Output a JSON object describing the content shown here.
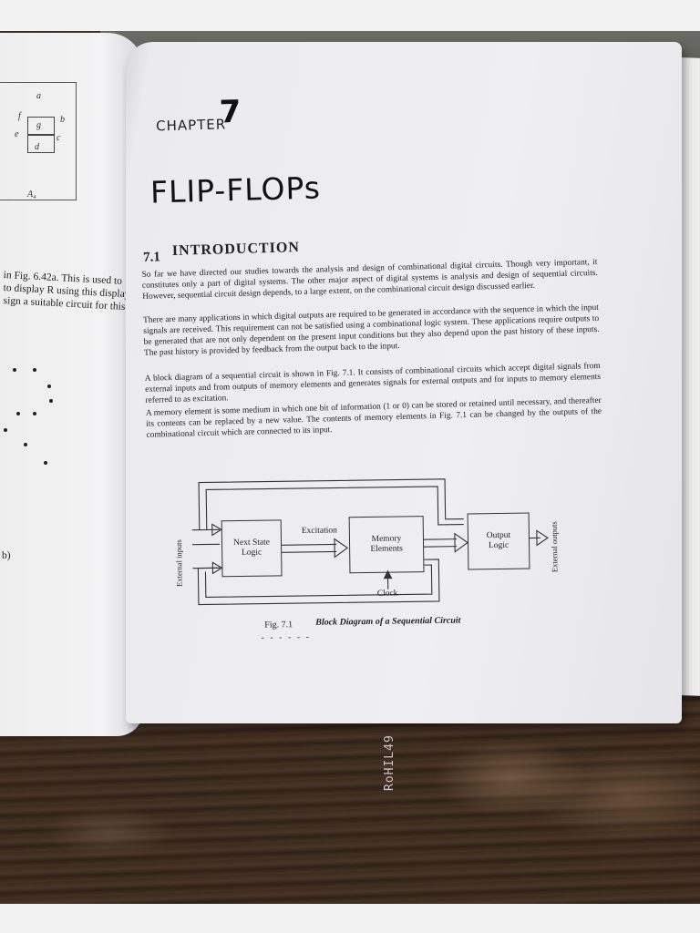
{
  "left_page": {
    "seg_labels": [
      "a",
      "f",
      "g",
      "b",
      "e",
      "c",
      "d"
    ],
    "pin_label": "A₄",
    "lines": [
      "in Fig. 6.42a. This is used to",
      "to display R using this display",
      "sign a suitable circuit for this"
    ],
    "marker": "b)"
  },
  "chapter": {
    "word": "CHAPTER",
    "number": "7"
  },
  "title": "FLIP-FLOPs",
  "section": {
    "number": "7.1",
    "title": "INTRODUCTION"
  },
  "paragraphs": [
    "So far we have directed our studies towards the analysis and design of combinational digital circuits. Though very important, it constitutes only a part of digital systems. The other major aspect of digital systems is analysis and design of sequential circuits. However, sequential circuit design depends, to a large extent, on the combinational circuit design discussed earlier.",
    "There are many applications in which digital outputs are required to be generated in accordance with the sequence in which the input signals are received. This requirement can not be satisfied using a combinational logic system. These applications require outputs to be generated that are not only dependent on the present input conditions but they also depend upon the past history of these inputs. The past history is provided by feedback from the output back to the input.",
    "A block diagram of a sequential circuit is shown in Fig. 7.1. It consists of combinational circuits which accept digital signals from external inputs and from outputs of memory elements and generates signals for external outputs and for inputs to memory elements referred to as excitation.",
    "A memory element is some medium in which one bit of information (1 or 0) can be stored or retained until necessary, and thereafter its contents can be replaced by a new value. The contents of memory elements in Fig. 7.1 can be changed by the outputs of the combinational circuit which are connected to its input."
  ],
  "diagram": {
    "blocks": {
      "next_state": "Next State Logic",
      "memory": "Memory Elements",
      "output": "Output Logic"
    },
    "labels": {
      "excitation": "Excitation",
      "clock": "Clock",
      "external_inputs": "External inputs",
      "external_outputs": "External outputs"
    },
    "caption_number": "Fig. 7.1",
    "caption_text": "Block Diagram of a Sequential Circuit"
  },
  "stamp": "RoHIL49"
}
